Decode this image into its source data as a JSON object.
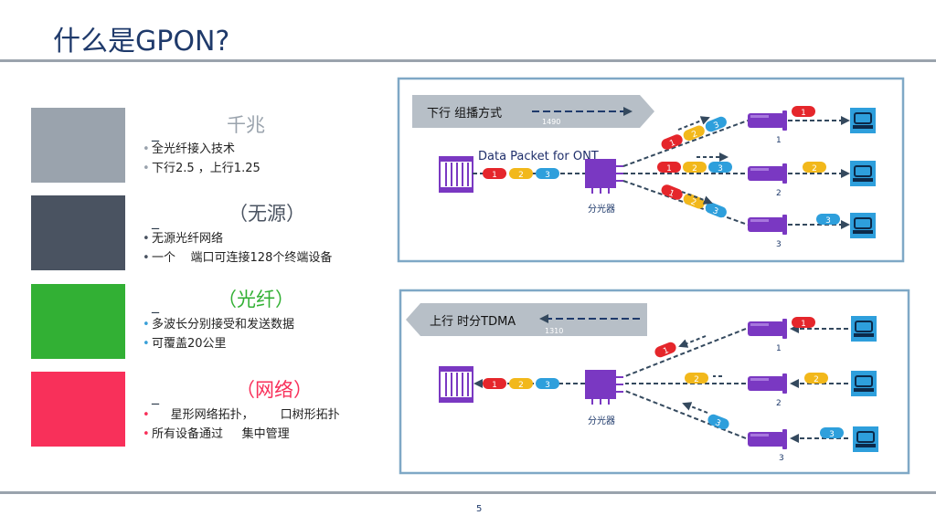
{
  "page": {
    "title": "什么是GPON?",
    "page_number": "5"
  },
  "sections": [
    {
      "dash": "_",
      "heading": "千兆",
      "color": "#9aa3ad",
      "head_color": "#9aa3ad",
      "bullet_color": "#9aa3ad",
      "bullets": [
        "全光纤接入技术",
        "下行2.5 ，上行1.25"
      ]
    },
    {
      "dash": "_",
      "heading": "（无源）",
      "color": "#4a5361",
      "head_color": "#4a5361",
      "bullet_color": "#4a5361",
      "bullets": [
        "无源光纤网络",
        "一个    端口可连接128个终端设备"
      ]
    },
    {
      "dash": "_",
      "heading": "（光纤）",
      "color": "#32b034",
      "head_color": "#32b034",
      "bullet_color": "#3aa0d8",
      "bullets": [
        "多波长分别接受和发送数据",
        "可覆盖20公里"
      ]
    },
    {
      "dash": "_",
      "heading": "（网络）",
      "color": "#f8305a",
      "head_color": "#f8305a",
      "bullet_color": "#f8305a",
      "bullets": [
        "     星形网络拓扑，       口树形拓扑",
        "所有设备通过     集中管理"
      ]
    }
  ],
  "downstream": {
    "banner": "下行 组播方式",
    "wavelength": "1490",
    "caption": "Data Packet for ONT",
    "splitter_label": "分光器",
    "packets": [
      "1",
      "2",
      "3"
    ],
    "onu_numbers": [
      "1",
      "2",
      "3"
    ]
  },
  "upstream": {
    "banner": "上行 时分TDMA",
    "wavelength": "1310",
    "splitter_label": "分光器",
    "packets": [
      "1",
      "2",
      "3"
    ],
    "onu_numbers": [
      "1",
      "2",
      "3"
    ]
  },
  "colors": {
    "p1": "#e5262b",
    "p2": "#f2b81b",
    "p3": "#2e9fdc",
    "device": "#7a38c2",
    "frame": "#7fa8c6",
    "banner": "#b7bfc7"
  }
}
